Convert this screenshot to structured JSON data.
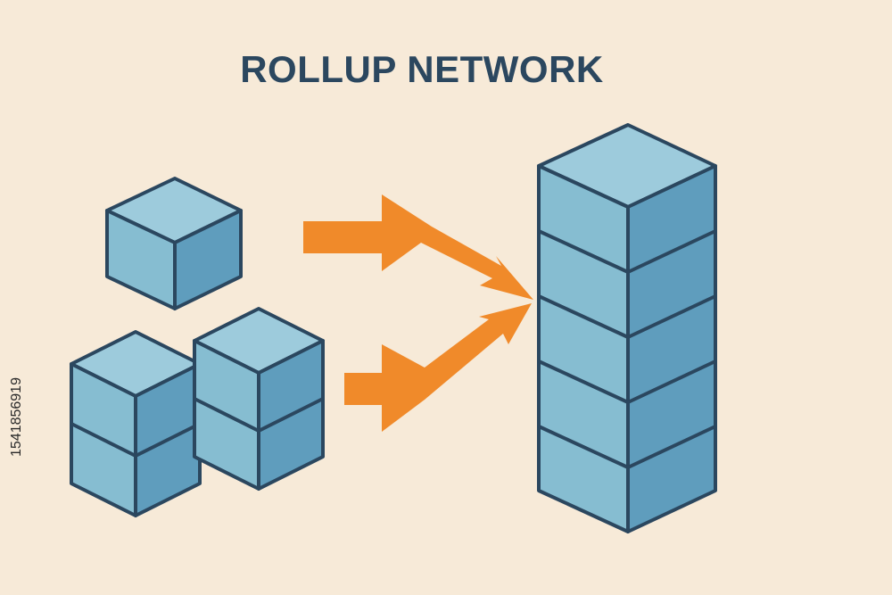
{
  "diagram": {
    "title": "ROLLUP NETWORK",
    "stock_id": "1541856919",
    "colors": {
      "background": "#f7ead8",
      "outline": "#2b475f",
      "cube_top": "#9dcbdc",
      "cube_front": "#86bdd1",
      "cube_side": "#5f9dbd",
      "arrow": "#f08a2a"
    },
    "cube_groups": [
      {
        "id": "single-cube",
        "stack_count": 1
      },
      {
        "id": "left-stack",
        "stack_count": 2
      },
      {
        "id": "middle-stack",
        "stack_count": 2
      },
      {
        "id": "rollup-tower",
        "stack_count": 5
      }
    ],
    "arrows": [
      {
        "id": "arrow-upper",
        "direction": "converging-to-tower"
      },
      {
        "id": "arrow-lower",
        "direction": "converging-to-tower"
      }
    ]
  }
}
